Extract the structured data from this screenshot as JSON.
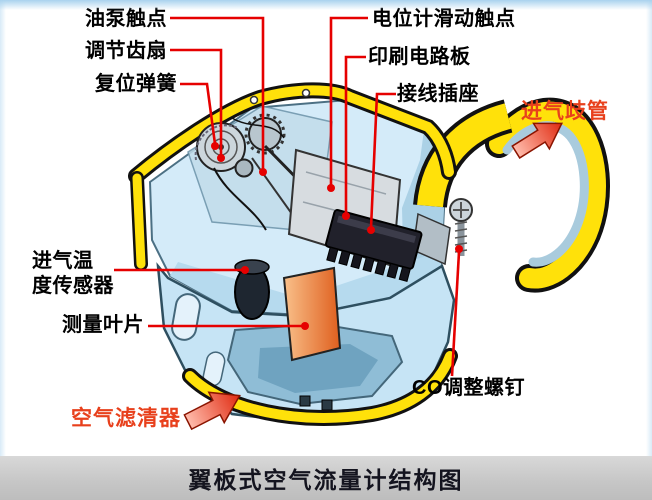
{
  "figure": {
    "caption": "翼板式空气流量计结构图"
  },
  "labels": {
    "oil_pump_contact": "油泵触点",
    "adjusting_gear_sector": "调节齿扇",
    "return_spring": "复位弹簧",
    "potentiometer_sliding_contact": "电位计滑动触点",
    "printed_circuit_board": "印刷电路板",
    "terminal_socket": "接线插座",
    "intake_manifold": "进气歧管",
    "intake_air_temp_sensor": "进气温\n度传感器",
    "measuring_vane": "测量叶片",
    "air_cleaner": "空气滤清器",
    "co_adjusting_screw": "CO调整螺钉"
  },
  "icons": {
    "intake_manifold_arrow": "block-arrow-northeast",
    "air_cleaner_arrow": "block-arrow-northeast"
  },
  "colors": {
    "leader_red": "#e60000",
    "red_label": "#e8401c",
    "label_text": "#000000",
    "housing_yellow": "#ffe10a",
    "interior_blue": "#d4ebf9",
    "vane_orange": "#ee7a3c",
    "caption_bg": "#c6c6c6",
    "caption_text": "#14141f"
  }
}
